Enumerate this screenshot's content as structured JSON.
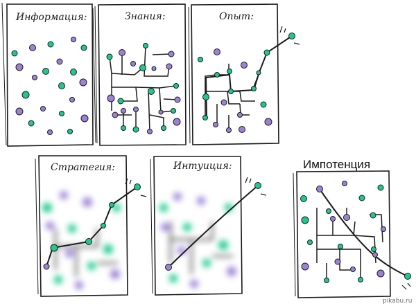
{
  "colors": {
    "teal": "#1fc98d",
    "purple": "#9b82d6",
    "ink": "#1b1b1b",
    "paper": "#ffffff"
  },
  "panels": [
    {
      "id": "information",
      "title": "Информация:",
      "style": "scatter"
    },
    {
      "id": "knowledge",
      "title": "Знания:",
      "style": "connected"
    },
    {
      "id": "experience",
      "title": "Опыт:",
      "style": "path"
    },
    {
      "id": "strategy",
      "title": "Стратегия:",
      "style": "blurred-path"
    },
    {
      "id": "intuition",
      "title": "Интуиция:",
      "style": "blurred-direct"
    },
    {
      "id": "impotence",
      "title": "Импотенция",
      "style": "crossed"
    }
  ],
  "watermark": "pikabu.ru"
}
